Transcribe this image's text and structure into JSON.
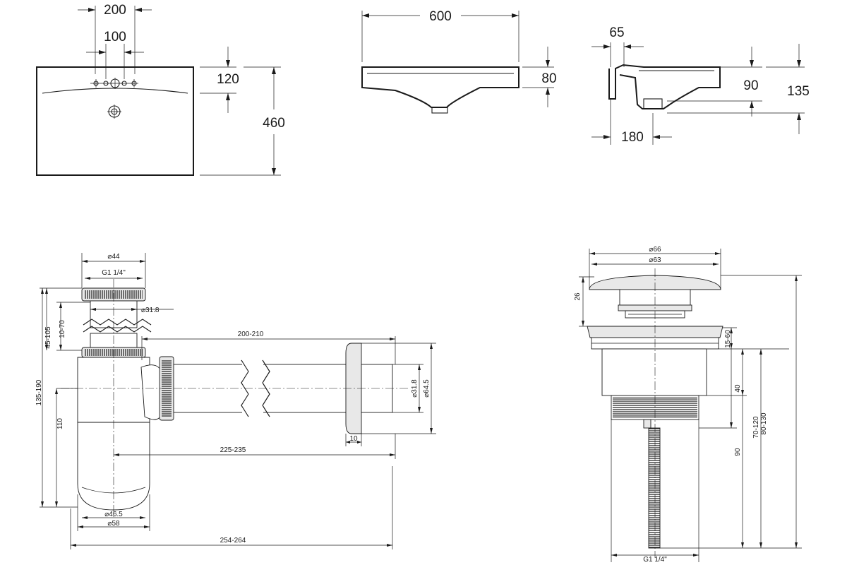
{
  "basin_top_view": {
    "dim_width_label": "200",
    "dim_holes_label": "100",
    "dim_depth_label": "120",
    "dim_length_label": "460"
  },
  "basin_front_view": {
    "dim_width_label": "600",
    "dim_height_label": "80"
  },
  "basin_side_view": {
    "dim_offset_label": "65",
    "dim_inner_height_label": "90",
    "dim_outer_height_label": "135",
    "dim_drain_label": "180"
  },
  "siphon": {
    "dim_top_diameter": "⌀44",
    "dim_thread": "G1 1/4\"",
    "dim_inlet_diameter": "⌀31.8",
    "dim_range_45_105": "45-105",
    "dim_range_10_70": "10-70",
    "dim_range_135_190": "135-190",
    "dim_110": "110",
    "dim_pipe_length": "200-210",
    "dim_outlet_diameter": "⌀31.8",
    "dim_flange_diameter": "⌀64.5",
    "dim_flange_thickness": "10",
    "dim_reach": "225-235",
    "dim_bottle_inner": "⌀46.5",
    "dim_bottle_outer": "⌀58",
    "dim_total_length": "254-264"
  },
  "drain_valve": {
    "dim_cap_outer": "⌀66",
    "dim_cap_inner": "⌀63",
    "dim_cap_height": "26",
    "dim_range_15_60": "15-60",
    "dim_40": "40",
    "dim_90": "90",
    "dim_range_70_120": "70-120",
    "dim_range_80_130": "80-130",
    "dim_thread": "G1 1/4\""
  }
}
